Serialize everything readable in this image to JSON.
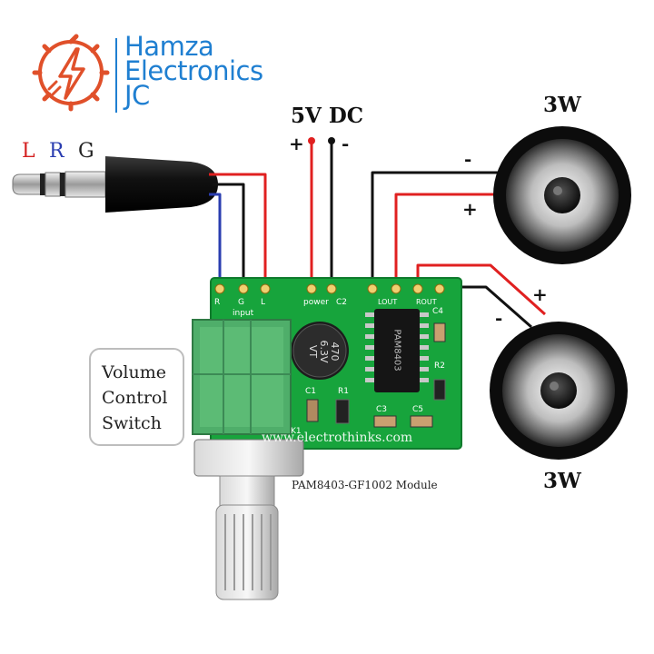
{
  "brand": {
    "line1": "Hamza",
    "line2": "Electronics",
    "line3": "JC",
    "color": "#1f7fd1",
    "logo_color": "#e0502a",
    "logo_icon": "lightning-bolt-gear-icon"
  },
  "power": {
    "title": "5V DC",
    "plus": "+",
    "minus": "-"
  },
  "audio_jack": {
    "left": "L",
    "right": "R",
    "ground": "G",
    "left_color": "#d42020",
    "right_color": "#2a3db0",
    "ground_color": "#222222"
  },
  "speakers": {
    "top": {
      "label": "3W",
      "plus": "+",
      "minus": "-"
    },
    "bottom": {
      "label": "3W",
      "plus": "+",
      "minus": "-"
    }
  },
  "volume_label": {
    "line1": "Volume",
    "line2": "Control",
    "line3": "Switch"
  },
  "board": {
    "watermark": "www.electrothinks.com",
    "chip": "PAM8403",
    "capacitor": {
      "line1": "470",
      "line2": "6.3V",
      "line3": "VT"
    },
    "silkscreen": {
      "r": "R",
      "g": "G",
      "l": "L",
      "input": "input",
      "power": "power",
      "c2": "C2",
      "c4": "C4",
      "c1": "C1",
      "r1": "R1",
      "r2": "R2",
      "c3": "C3",
      "c5": "C5",
      "k1": "K1",
      "lout": "LOUT",
      "rout": "ROUT"
    },
    "color": "#17a43c"
  },
  "module_caption": "PAM8403-GF1002 Module",
  "wire_colors": {
    "red": "#e02020",
    "black": "#111111",
    "blue": "#2a3db0"
  }
}
